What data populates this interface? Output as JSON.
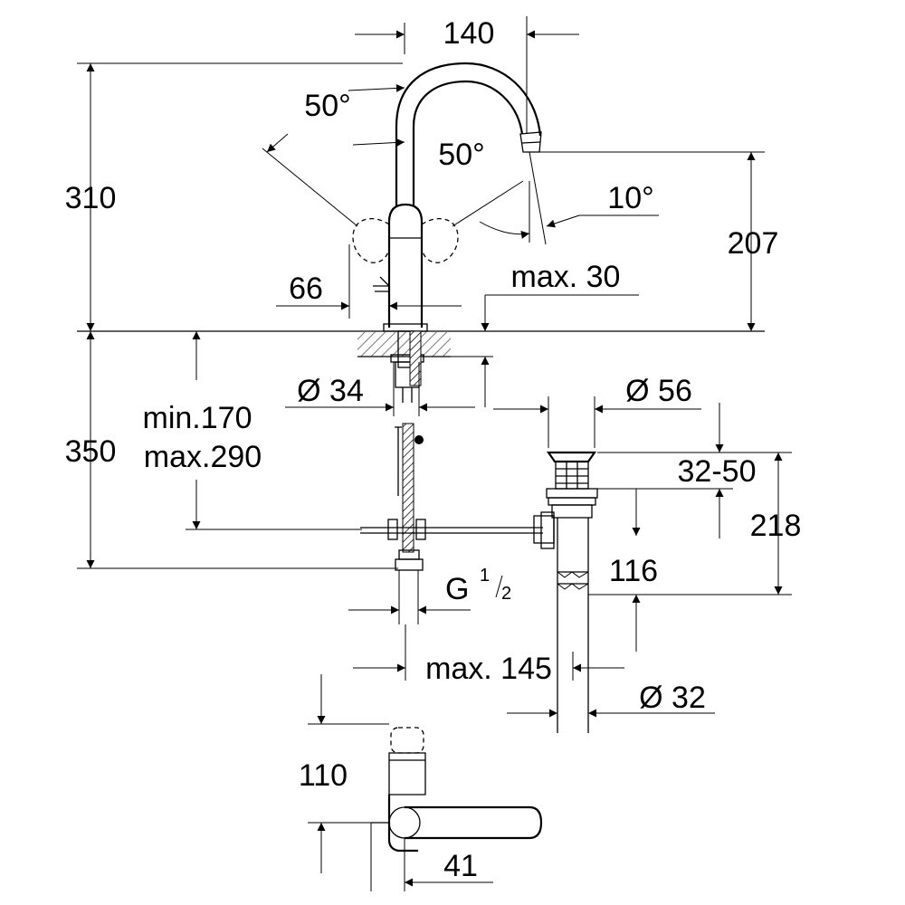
{
  "colors": {
    "line": "#000000",
    "background": "#ffffff",
    "hatch": "#7a7a7a"
  },
  "dimensions": {
    "spout_width": "140",
    "angle_left": "50°",
    "angle_right": "50°",
    "angle_spout": "10°",
    "height_total": "310",
    "height_outlet": "207",
    "lever_offset": "66",
    "deck_max": "max. 30",
    "hole_diameter": "Ø 34",
    "waste_diameter": "Ø 56",
    "deck_range_min": "min.170",
    "deck_range_max": "max.290",
    "below_deck": "350",
    "waste_range": "32-50",
    "waste_height": "218",
    "tail_length": "116",
    "thread_main": "G",
    "thread_num": "1",
    "thread_den": "2",
    "reach_max": "max. 145",
    "tail_diameter": "Ø 32",
    "lever_height": "110",
    "lever_depth": "41"
  }
}
